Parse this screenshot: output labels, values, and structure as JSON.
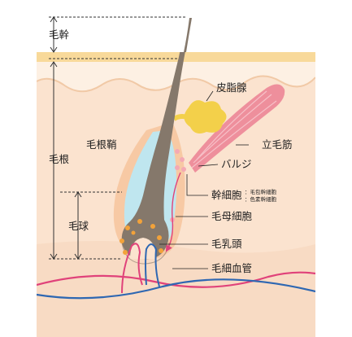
{
  "labels": {
    "hair_shaft": "毛幹",
    "hair_root": "毛根",
    "hair_bulb": "毛球",
    "sebaceous_gland": "皮脂腺",
    "arrector_pili": "立毛筋",
    "root_sheath": "毛根鞘",
    "bulge": "バルジ",
    "stem_cells": "幹細胞",
    "stem_cell_note_1": "：毛包幹細胞",
    "stem_cell_note_2": "：色素幹細胞",
    "matrix_cells": "毛母細胞",
    "dermal_papilla": "毛乳頭",
    "capillary": "毛細血管"
  },
  "colors": {
    "epidermis_top": "#f8d99a",
    "skin": "#fbe3cf",
    "skin_dark": "#f5cfb3",
    "hair": "#85786b",
    "sheath": "#bfe6ef",
    "sheath_outer": "#f7c9a4",
    "sebaceous": "#f3d04a",
    "muscle": "#ee8f9c",
    "artery": "#e0427a",
    "vein": "#2e67b2",
    "cell_dots": "#f2a23a",
    "stem_dots": "#f4a9b4"
  }
}
